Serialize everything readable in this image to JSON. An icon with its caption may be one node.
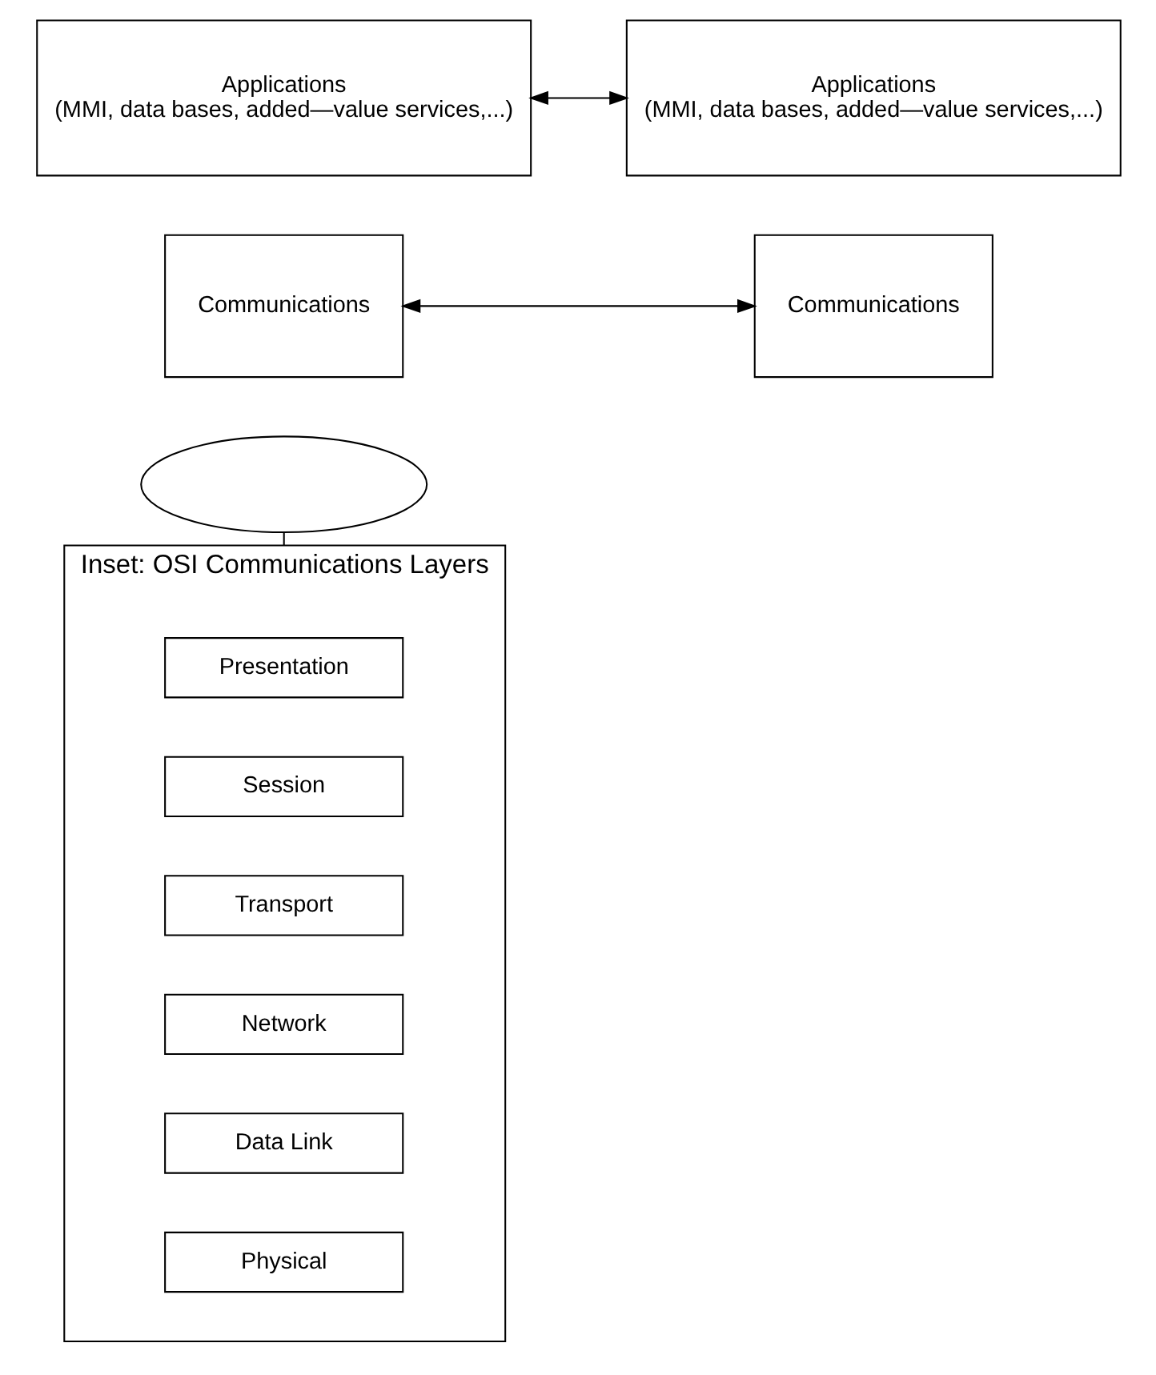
{
  "diagram": {
    "nodes": [
      {
        "text": [
          "Applications",
          "(MMI, data bases, added—value services,...)"
        ]
      },
      {
        "text": [
          "Communications"
        ]
      },
      {
        "text": [
          "Applications",
          "(MMI, data bases, added—value services,...)"
        ]
      },
      {
        "text": [
          "Communications"
        ]
      },
      {
        "text": [],
        "shape": "ellipse"
      },
      {
        "text": [
          "Inset: OSI Communications Layers"
        ]
      },
      {
        "text": [
          "Presentation"
        ],
        "in": 5
      },
      {
        "text": [
          "Session"
        ],
        "in": 5
      },
      {
        "text": [
          "Transport"
        ],
        "in": 5
      },
      {
        "text": [
          "Network"
        ],
        "in": 5
      },
      {
        "text": [
          "Data Link"
        ],
        "in": 5
      },
      {
        "text": [
          "Physical"
        ],
        "in": 5
      }
    ],
    "edges": [
      {
        "from": 0,
        "to": 2,
        "arrow": "both"
      },
      {
        "from": 1,
        "to": 3,
        "arrow": "both"
      },
      {
        "from": 4,
        "to": 5,
        "arrow": "none"
      }
    ]
  }
}
